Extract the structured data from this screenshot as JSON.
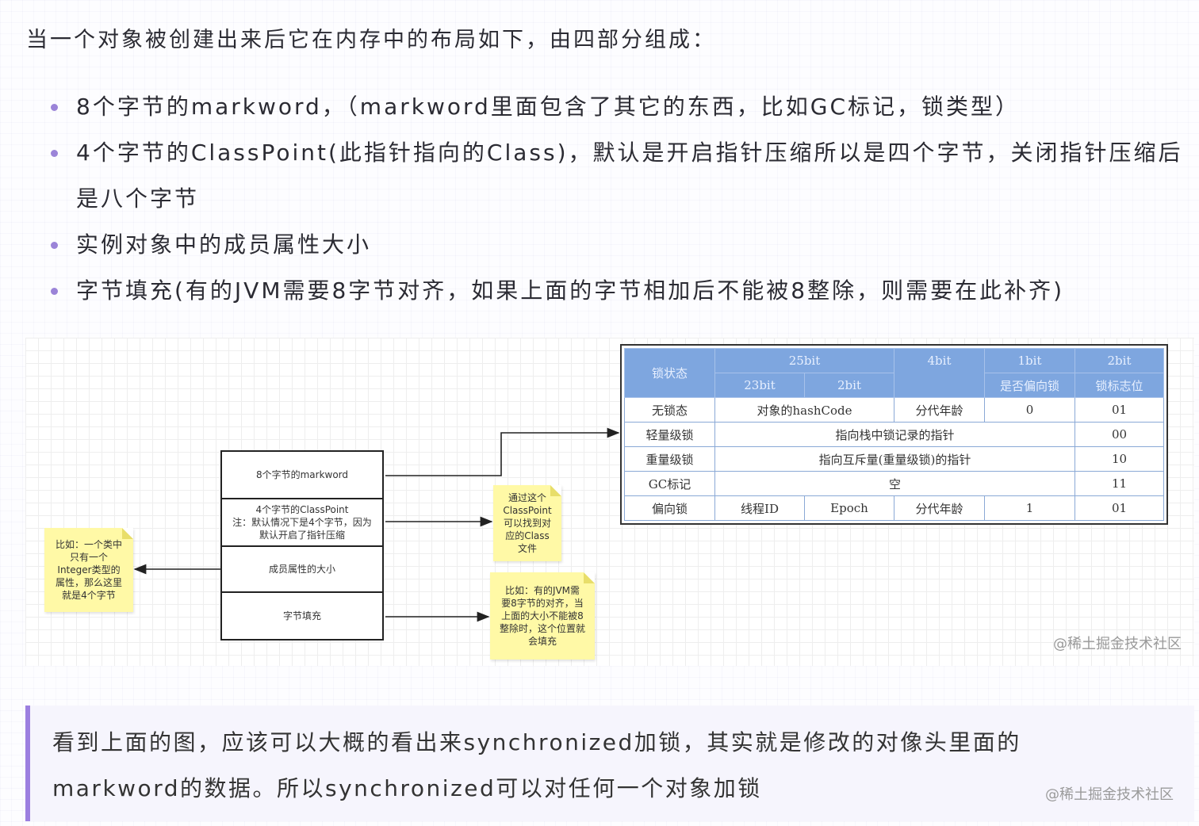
{
  "intro": "当一个对象被创建出来后它在内存中的布局如下，由四部分组成：",
  "bullets": [
    "8个字节的markword，（markword里面包含了其它的东西，比如GC标记，锁类型）",
    "4个字节的ClassPoint(此指针指向的Class)，默认是开启指针压缩所以是四个字节，关闭指针压缩后是八个字节",
    "实例对象中的成员属性大小",
    "字节填充(有的JVM需要8字节对齐，如果上面的字节相加后不能被8整除，则需要在此补齐)"
  ],
  "figure": {
    "layout_boxes": [
      "8个字节的markword",
      "4个字节的ClassPoint\n注：默认情况下是4个字节，因为\n默认开启了指针压缩",
      "成员属性的大小",
      "字节填充"
    ],
    "notes": {
      "member": "比如：一个类中\n只有一个\nInteger类型的\n属性，那么这里\n就是4个字节",
      "class": "通过这个\nClassPoint\n可以找到对\n应的Class\n文件",
      "padding": "比如：有的JVM需\n要8字节的对齐，当\n上面的大小不能被8\n整除时，这个位置就\n会填充"
    },
    "table": {
      "h_lock_state": "锁状态",
      "h_25bit": "25bit",
      "h_4bit": "4bit",
      "h_1bit": "1bit",
      "h_2bit": "2bit",
      "h_23bit": "23bit",
      "h_2bit_sub": "2bit",
      "h_biased_flag": "是否偏向锁",
      "h_lock_flag": "锁标志位",
      "r1": {
        "state": "无锁态",
        "hash": "对象的hashCode",
        "age": "分代年龄",
        "biased": "0",
        "flag": "01"
      },
      "r2": {
        "state": "轻量级锁",
        "content": "指向栈中锁记录的指针",
        "flag": "00"
      },
      "r3": {
        "state": "重量级锁",
        "content": "指向互斥量(重量级锁)的指针",
        "flag": "10"
      },
      "r4": {
        "state": "GC标记",
        "content": "空",
        "flag": "11"
      },
      "r5": {
        "state": "偏向锁",
        "thread": "线程ID",
        "epoch": "Epoch",
        "age": "分代年龄",
        "biased": "1",
        "flag": "01"
      }
    },
    "watermark": "@稀土掘金技术社区"
  },
  "quote": {
    "line1": "看到上面的图，应该可以大概的看出来synchronized加锁，其实就是修改的对像头里面的",
    "line2": "markword的数据。所以synchronized可以对任何一个对象加锁",
    "watermark": "@稀土掘金技术社区"
  },
  "colors": {
    "bullet": "#9b84d8",
    "quote_border": "#9c7fe0",
    "table_header": "#7ea6df",
    "sticky": "#fff9a6"
  }
}
